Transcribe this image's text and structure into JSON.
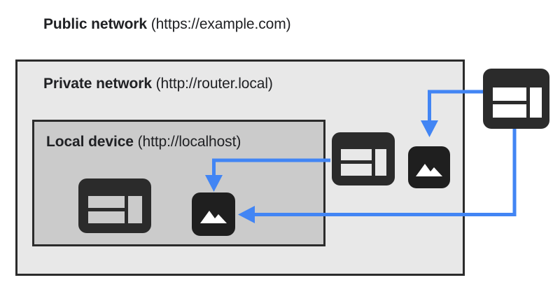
{
  "diagram": {
    "title_public": {
      "strong": "Public network",
      "light": " (https://example.com)"
    },
    "title_private": {
      "strong": "Private network",
      "light": " (http://router.local)"
    },
    "title_local": {
      "strong": "Local device",
      "light": " (http://localhost)"
    },
    "colors": {
      "arrow": "#4285f4",
      "icon_dark": "#2b2b2b",
      "image_icon_dark": "#1f1f1f",
      "public_fill": "#e8e8e8",
      "private_fill": "#cbcbcb",
      "page_background": "#ffffff",
      "border": "#2b2b2b",
      "text": "#202124"
    },
    "icons": [
      {
        "name": "browser-window-icon-public",
        "kind": "browser-window"
      },
      {
        "name": "browser-window-icon-private",
        "kind": "browser-window"
      },
      {
        "name": "browser-window-icon-local",
        "kind": "browser-window"
      },
      {
        "name": "image-resource-icon-private",
        "kind": "image"
      },
      {
        "name": "image-resource-icon-local",
        "kind": "image"
      }
    ],
    "connectors": [
      {
        "name": "arrow-public-browser-to-private-image",
        "from": "browser-window-icon-public",
        "to": "image-resource-icon-private"
      },
      {
        "name": "arrow-private-browser-to-local-image",
        "from": "browser-window-icon-private",
        "to": "image-resource-icon-local"
      },
      {
        "name": "arrow-public-browser-to-local-image",
        "from": "browser-window-icon-public",
        "to": "image-resource-icon-local"
      }
    ]
  }
}
